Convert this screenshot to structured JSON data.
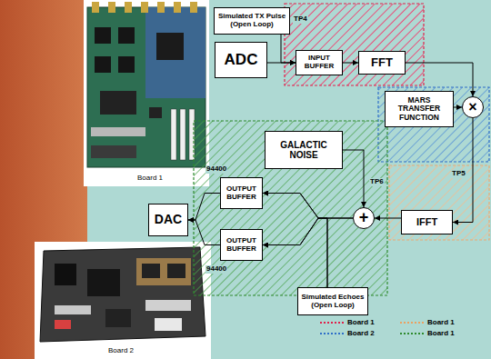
{
  "diagram": {
    "nodes": [
      {
        "text": [
          "Simulated TX Pulse (Open Loop)"
        ]
      },
      {
        "text": [
          "ADC"
        ]
      },
      {
        "text": [
          "INPUT BUFFER"
        ]
      },
      {
        "text": [
          "FFT"
        ]
      },
      {
        "text": [
          "MARS TRANSFER FUNCTION"
        ]
      },
      {
        "text": [
          "×"
        ]
      },
      {
        "text": [
          "GALACTIC NOISE"
        ]
      },
      {
        "text": [
          "OUTPUT BUFFER"
        ]
      },
      {
        "text": [
          "OUTPUT BUFFER"
        ]
      },
      {
        "text": [
          "DAC"
        ]
      },
      {
        "text": [
          "+"
        ]
      },
      {
        "text": [
          "IFFT"
        ]
      },
      {
        "text": [
          "Simulated Echoes (Open Loop)"
        ]
      }
    ],
    "edges": [
      {
        "from": 0,
        "to": 2,
        "arrow": "to"
      },
      {
        "from": 1,
        "to": 2,
        "arrow": "to"
      },
      {
        "from": 2,
        "to": 3,
        "arrow": "to"
      },
      {
        "from": 3,
        "to": 5,
        "arrow": "to"
      },
      {
        "from": 4,
        "to": 5,
        "arrow": "to"
      },
      {
        "from": 5,
        "to": 11,
        "arrow": "to"
      },
      {
        "from": 6,
        "to": 10,
        "arrow": "to"
      },
      {
        "from": 11,
        "to": 10,
        "arrow": "to"
      },
      {
        "from": 10,
        "to": 7,
        "arrow": "to"
      },
      {
        "from": 10,
        "to": 8,
        "arrow": "to"
      },
      {
        "from": 12,
        "to": 7,
        "arrow": "to"
      },
      {
        "from": 12,
        "to": 8,
        "arrow": "to"
      },
      {
        "from": 7,
        "to": 9,
        "arrow": "to"
      },
      {
        "from": 8,
        "to": 9,
        "arrow": "to"
      }
    ],
    "labels": [
      "Board 1",
      "TP4",
      "TP6",
      "TP5",
      "94400",
      "94400",
      "Board 2"
    ],
    "legend": [
      {
        "text": "Board 1"
      },
      {
        "text": "Board 1"
      },
      {
        "text": "Board 2"
      },
      {
        "text": "Board 1"
      }
    ]
  }
}
